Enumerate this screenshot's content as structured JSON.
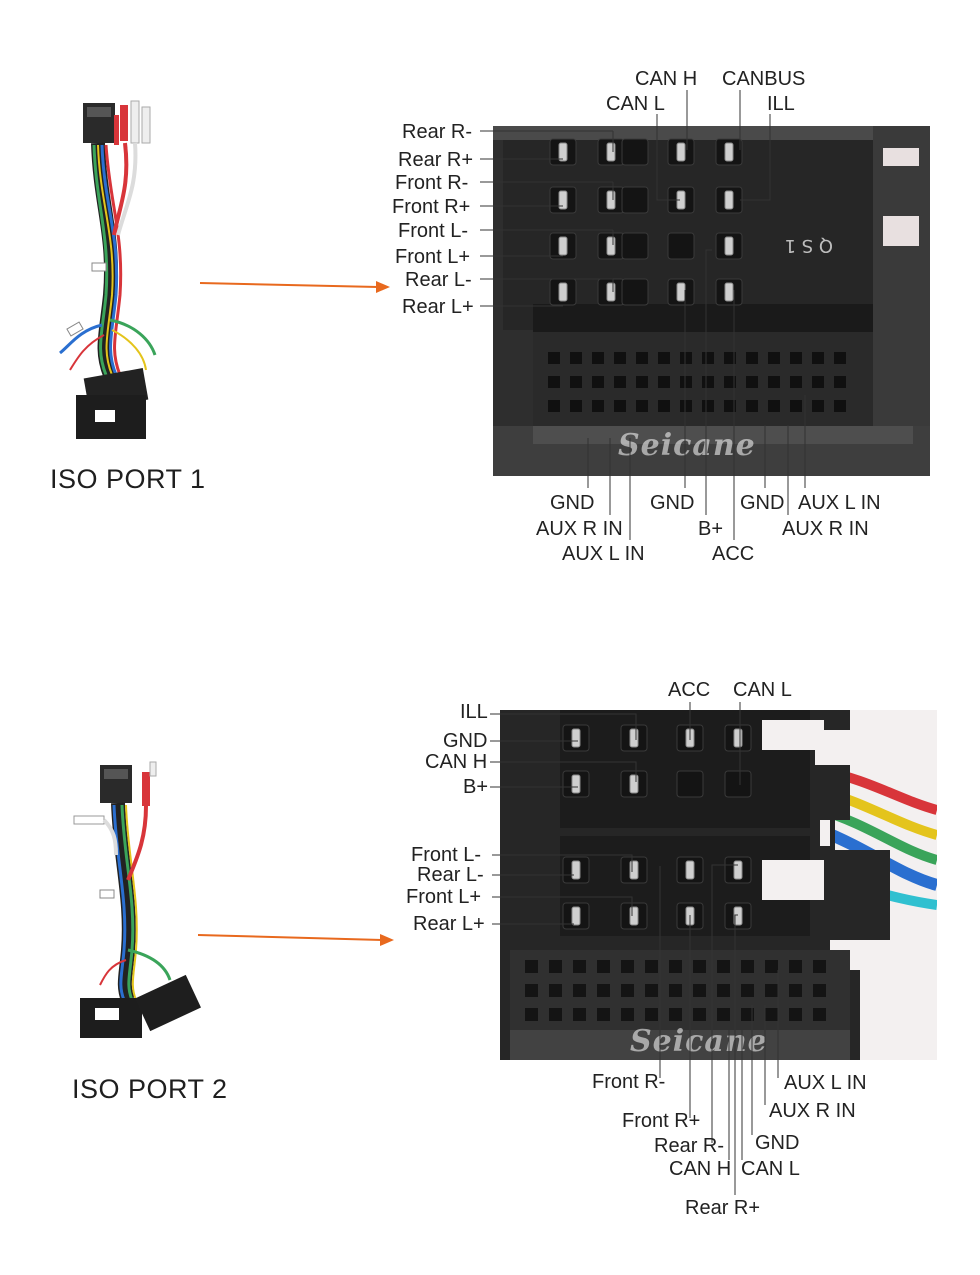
{
  "port1": {
    "title": "ISO PORT 1",
    "watermark": "Seicane",
    "photo_label": "Q S 1",
    "labels": {
      "can_h": "CAN H",
      "canbus": "CANBUS",
      "can_l": "CAN L",
      "ill": "ILL",
      "rear_r_minus": "Rear R-",
      "rear_r_plus": "Rear R+",
      "front_r_minus": "Front R-",
      "front_r_plus": "Front R+",
      "front_l_minus": "Front L-",
      "front_l_plus": "Front L+",
      "rear_l_minus": "Rear L-",
      "rear_l_plus": "Rear L+",
      "gnd_a": "GND",
      "aux_r_in_a": "AUX R IN",
      "aux_l_in_a": "AUX L IN",
      "gnd_b": "GND",
      "b_plus": "B+",
      "acc": "ACC",
      "gnd_c": "GND",
      "aux_l_in_b": "AUX L IN",
      "aux_r_in_b": "AUX R IN"
    }
  },
  "port2": {
    "title": "ISO PORT 2",
    "watermark": "Seicane",
    "labels": {
      "acc": "ACC",
      "can_l_top": "CAN L",
      "ill": "ILL",
      "gnd_left": "GND",
      "can_h_left": "CAN H",
      "b_plus": "B+",
      "front_l_minus": "Front L-",
      "rear_l_minus": "Rear L-",
      "front_l_plus": "Front L+",
      "rear_l_plus": "Rear L+",
      "front_r_minus": "Front R-",
      "aux_l_in": "AUX L IN",
      "aux_r_in": "AUX R IN",
      "front_r_plus": "Front R+",
      "rear_r_minus": "Rear R-",
      "gnd_bottom": "GND",
      "can_h_bottom": "CAN H",
      "can_l_bottom": "CAN L",
      "rear_r_plus": "Rear R+"
    }
  },
  "colors": {
    "arrow": "#e8691e",
    "connector_body": "#2b2b2b",
    "pin_metal": "#cfcfcf",
    "wire_red": "#d8353a",
    "wire_yellow": "#e4c41c",
    "wire_blue": "#2a6fd0",
    "wire_green": "#3aa45a"
  },
  "icons": {
    "harness_1": "iso-harness-icon",
    "harness_2": "iso-harness-icon",
    "arrow": "arrow-right-icon"
  }
}
